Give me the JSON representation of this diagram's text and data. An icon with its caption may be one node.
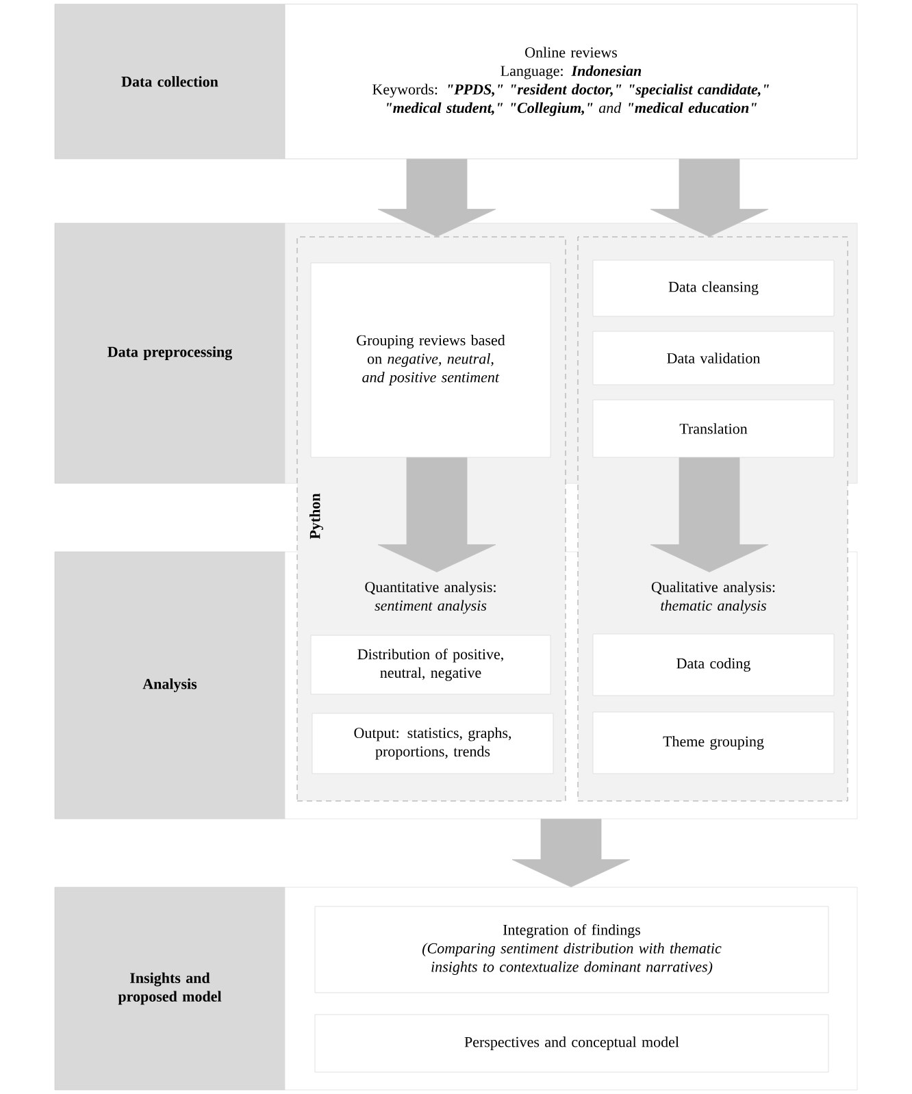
{
  "diagram": {
    "nodes": [
      {
        "text": [
          "Data collection"
        ]
      },
      {
        "text": [
          "Online reviews",
          "Language: **Indonesian**",
          "Keywords: **\"PPDS,\" \"resident doctor,\" \"specialist candidate,\" \"medical student,\" \"Collegium,\"** *and* **\"medical education\"**"
        ]
      },
      {
        "text": [
          "Data preprocessing"
        ]
      },
      {
        "text": [],
        "shape": "box"
      },
      {
        "text": [
          "Analysis"
        ]
      },
      {
        "text": [],
        "shape": "box"
      },
      {
        "text": [
          "Insights and proposed model"
        ]
      },
      {
        "text": [],
        "shape": "box"
      },
      {
        "text": [
          "Python"
        ]
      },
      {
        "text": [
          "Grouping reviews based on *negative, neutral, and positive sentiment*"
        ]
      },
      {
        "text": [
          "Quantitative analysis: *sentiment analysis*"
        ]
      },
      {
        "text": [
          "Distribution of positive, neutral, negative"
        ]
      },
      {
        "text": [
          "Output: statistics, graphs, proportions, trends"
        ]
      },
      {
        "text": [],
        "shape": "box"
      },
      {
        "text": [
          "Data cleansing"
        ]
      },
      {
        "text": [
          "Data validation"
        ]
      },
      {
        "text": [
          "Translation"
        ]
      },
      {
        "text": [
          "Qualitative analysis: *thematic analysis*"
        ]
      },
      {
        "text": [
          "Data coding"
        ]
      },
      {
        "text": [
          "Theme grouping"
        ]
      },
      {
        "text": [
          "Integration of findings",
          "(Comparing sentiment distribution with thematic insights to contextualize dominant narratives)"
        ],
        "in": 7
      },
      {
        "text": [
          "Perspectives and conceptual model"
        ],
        "in": 7
      }
    ],
    "edges": [
      {
        "from": 1,
        "to": 8,
        "arrow": "to"
      },
      {
        "from": 1,
        "to": 13,
        "arrow": "to"
      },
      {
        "from": 9,
        "to": 10,
        "arrow": "to"
      },
      {
        "from": 16,
        "to": 17,
        "arrow": "to"
      },
      {
        "from": 5,
        "to": 7,
        "arrow": "to"
      }
    ]
  }
}
